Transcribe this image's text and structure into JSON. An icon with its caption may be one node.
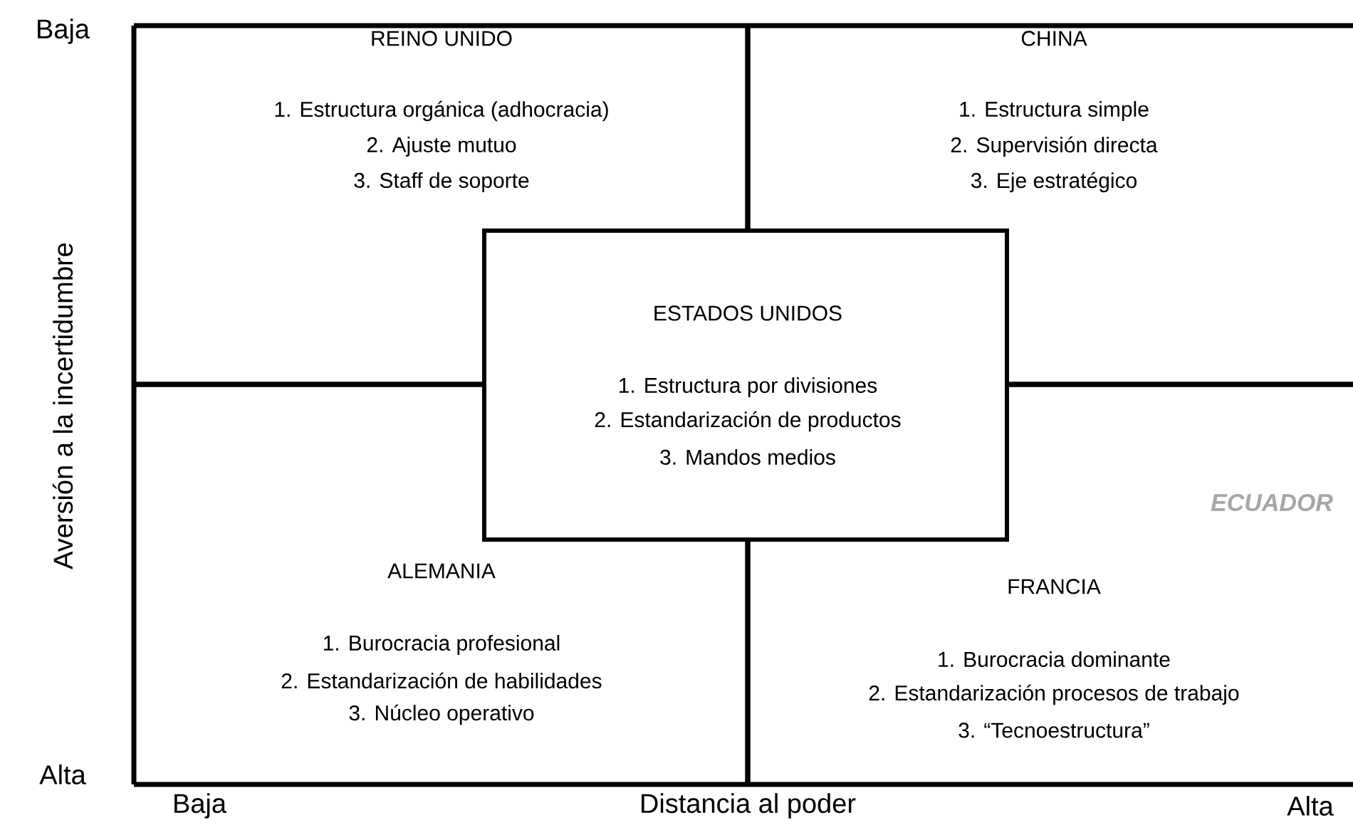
{
  "diagram": {
    "nodes": [
      {
        "text": [
          "REINO UNIDO",
          "1. Estructura orgánica (adhocracia)",
          "2. Ajuste mutuo",
          "3. Staff de soporte"
        ]
      },
      {
        "text": [
          "CHINA",
          "1. Estructura simple",
          "2. Supervisión directa",
          "3. Eje estratégico"
        ]
      },
      {
        "text": [
          "ESTADOS UNIDOS",
          "1. Estructura por divisiones",
          "2. Estandarización de productos",
          "3. Mandos medios"
        ]
      },
      {
        "text": [
          "ALEMANIA",
          "1. Burocracia profesional",
          "2. Estandarización de habilidades",
          "3. Núcleo operativo"
        ]
      },
      {
        "text": [
          "FRANCIA",
          "1. Burocracia dominante",
          "2. Estandarización procesos de trabajo",
          "3. “Tecnoestructura”"
        ]
      }
    ],
    "labels": [
      "Baja",
      "Aversión a la incertidumbre",
      "ECUADOR",
      "Alta",
      "Baja",
      "Distancia al poder",
      "Alta"
    ]
  }
}
